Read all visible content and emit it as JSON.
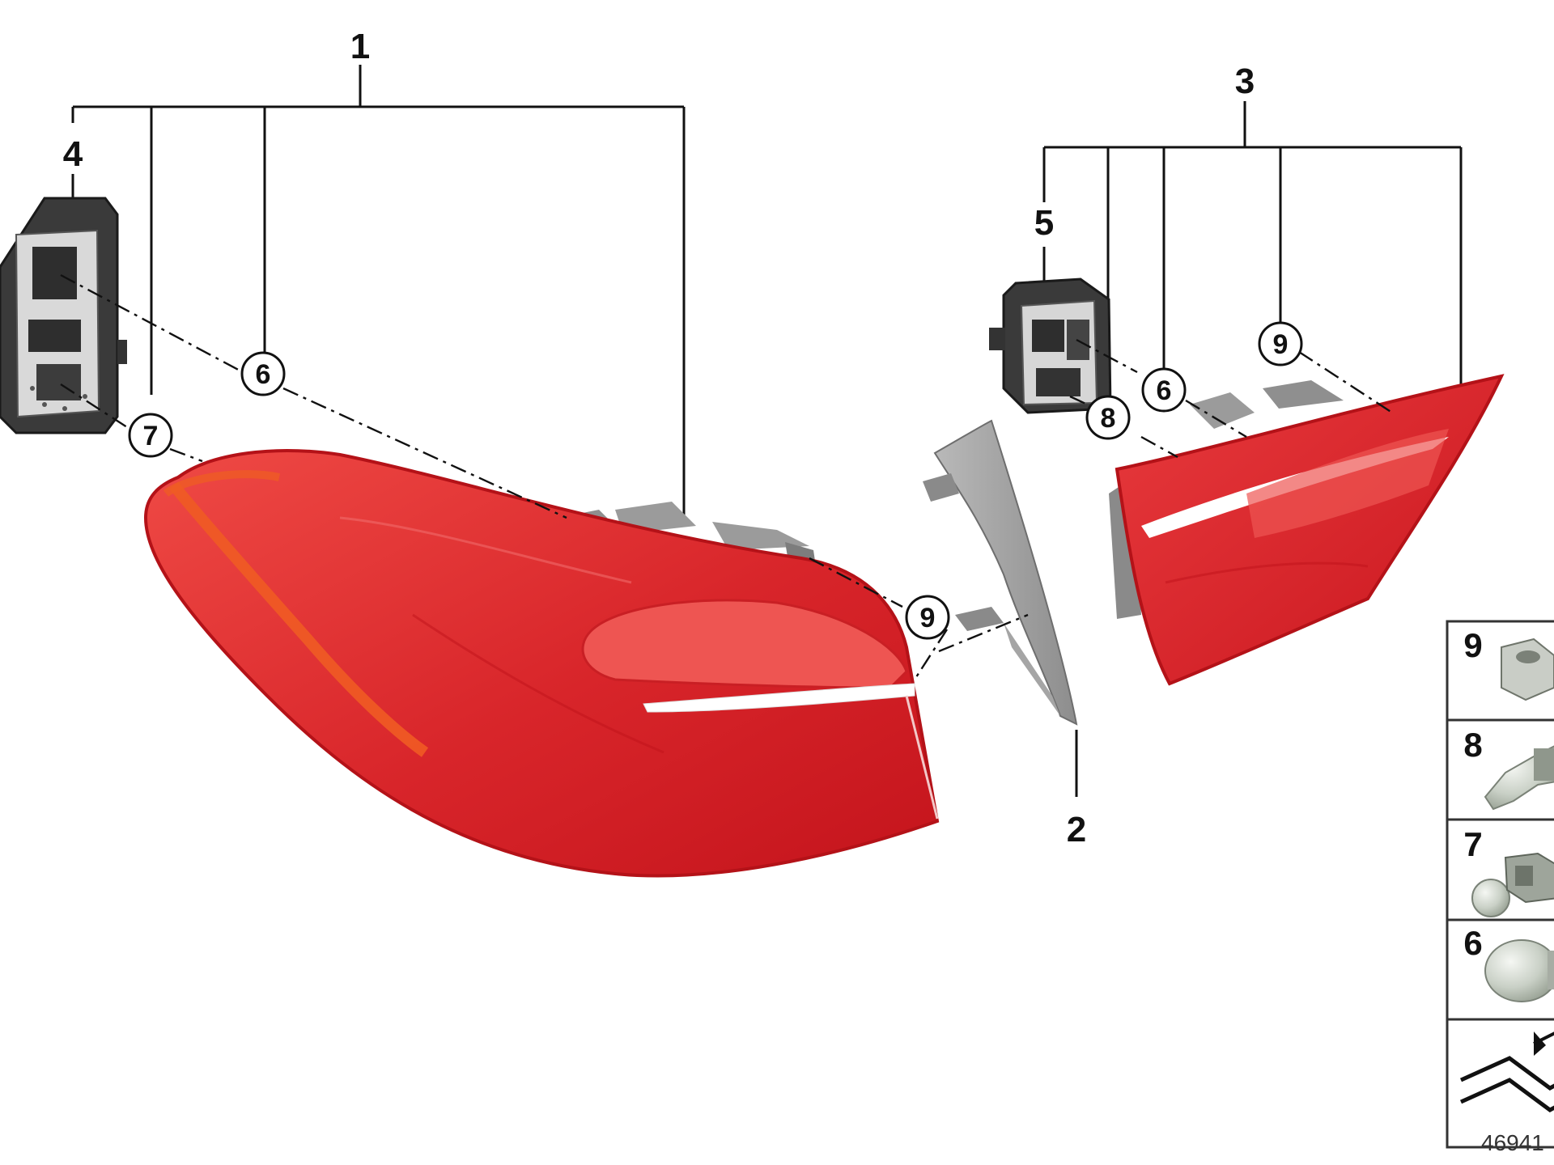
{
  "diagram": {
    "part_numbers": {
      "p1": "1",
      "p2": "2",
      "p3": "3",
      "p4": "4",
      "p5": "5"
    },
    "callouts": {
      "c6_left": "6",
      "c7_left": "7",
      "c9_left": "9",
      "c9_right": "9",
      "c6_right": "6",
      "c8_right": "8"
    },
    "legend": [
      "9",
      "8",
      "7",
      "6"
    ],
    "reference_number": "46941"
  },
  "colors": {
    "lens_red": "#de2b2b",
    "lens_dark_red": "#c8161d",
    "amber_strip": "#ef5b24",
    "housing_grey": "#9a9a9a",
    "bulb_holder": "#3a3a3a",
    "line": "#111111"
  }
}
